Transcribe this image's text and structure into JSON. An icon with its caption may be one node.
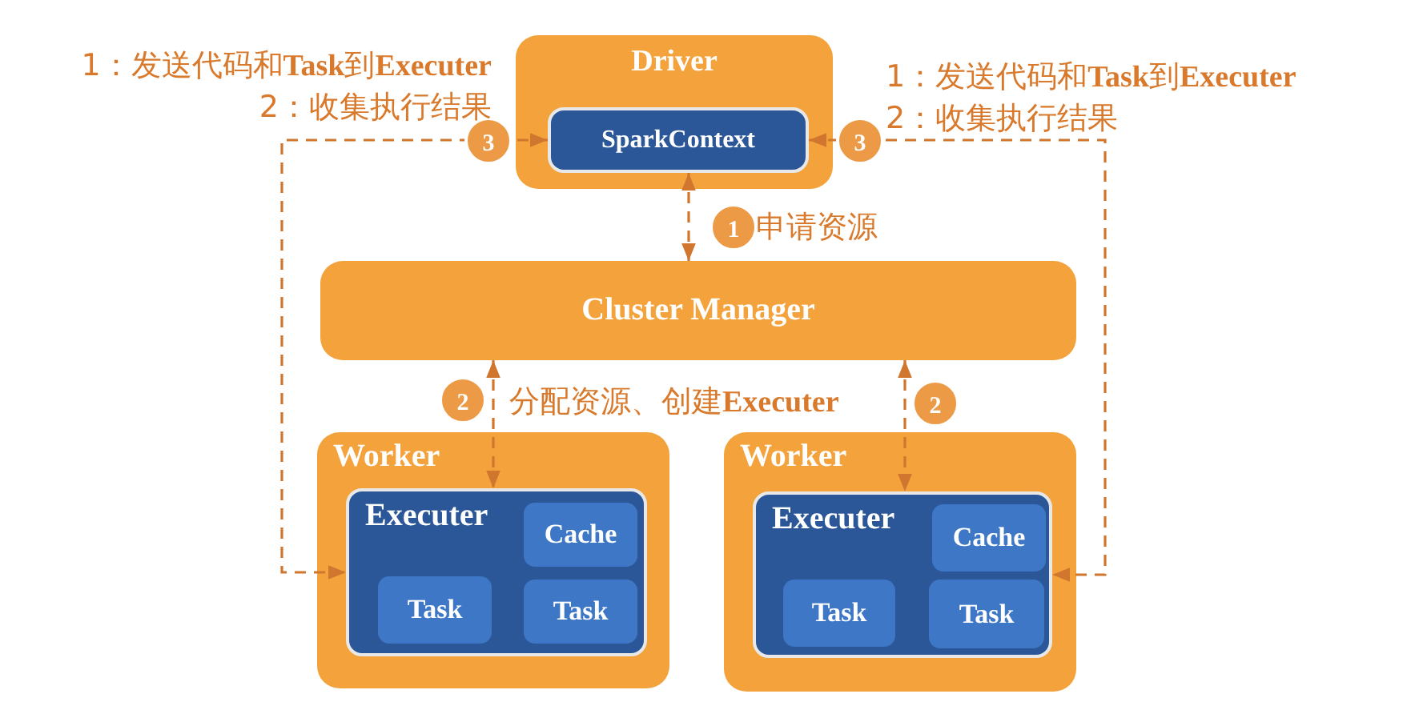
{
  "diagram": {
    "nodes": [
      {
        "text": [
          "Driver"
        ]
      },
      {
        "text": [
          "SparkContext"
        ],
        "in": 0
      },
      {
        "text": [
          "Cluster Manager"
        ]
      },
      {
        "text": [
          "Worker"
        ]
      },
      {
        "text": [
          "Executer"
        ],
        "in": 3
      },
      {
        "text": [
          "Cache"
        ],
        "in": 4
      },
      {
        "text": [
          "Task"
        ],
        "in": 4
      },
      {
        "text": [
          "Task"
        ],
        "in": 4
      },
      {
        "text": [
          "Worker"
        ]
      },
      {
        "text": [
          "Executer"
        ],
        "in": 8
      },
      {
        "text": [
          "Cache"
        ],
        "in": 9
      },
      {
        "text": [
          "Task"
        ],
        "in": 9
      },
      {
        "text": [
          "Task"
        ],
        "in": 9
      }
    ],
    "edges": [
      {
        "from": 1,
        "to": 2,
        "arrow": "both",
        "style": "dashed"
      },
      {
        "from": 2,
        "to": 4,
        "arrow": "both",
        "style": "dashed"
      },
      {
        "from": 2,
        "to": 9,
        "arrow": "both",
        "style": "dashed"
      },
      {
        "from": 1,
        "to": 4,
        "arrow": "both",
        "style": "dashed",
        "label": "3"
      },
      {
        "from": 1,
        "to": 9,
        "arrow": "both",
        "style": "dashed",
        "label": "3"
      }
    ],
    "labels": [
      "1：发送代码和**Task**到**Executer**",
      "2：收集执行结果",
      "1：发送代码和**Task**到**Executer**",
      "2：收集执行结果",
      "1",
      "申请资源",
      "2",
      "分配资源、创建**Executer**",
      "2"
    ]
  }
}
